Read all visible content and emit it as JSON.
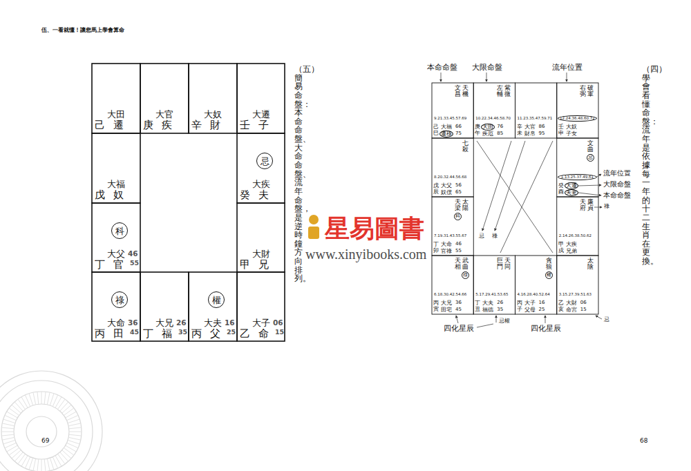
{
  "diagram": {
    "nodes": [
      {
        "text": [
          "大田",
          "己",
          "遷"
        ]
      },
      {
        "text": [
          "大官",
          "庚",
          "疾"
        ]
      },
      {
        "text": [
          "大奴",
          "辛",
          "財"
        ]
      },
      {
        "text": [
          "大遷",
          "壬",
          "子"
        ]
      },
      {
        "text": [
          "大福",
          "戊",
          "奴"
        ]
      },
      {
        "text": [
          "大疾",
          "癸",
          "夫"
        ]
      },
      {
        "text": [
          "忌"
        ],
        "in": 5
      },
      {
        "text": [
          "大父",
          "丁",
          "官",
          "46",
          "55"
        ]
      },
      {
        "text": [
          "科"
        ],
        "in": 7
      },
      {
        "text": [
          "大財",
          "甲",
          "兄"
        ]
      },
      {
        "text": [
          "大命",
          "丙",
          "田",
          "36",
          "45"
        ]
      },
      {
        "text": [
          "祿"
        ],
        "in": 10
      },
      {
        "text": [
          "大兄",
          "丁",
          "福",
          "26",
          "35"
        ]
      },
      {
        "text": [
          "大夫",
          "丙",
          "父",
          "16",
          "25"
        ]
      },
      {
        "text": [
          "權"
        ],
        "in": 13
      },
      {
        "text": [
          "大子",
          "乙",
          "命",
          "06",
          "15"
        ]
      },
      {
        "text": [
          "文昌",
          "天機",
          "9.21.33.45.57.69",
          "己巳",
          "大福",
          "66",
          "75"
        ]
      },
      {
        "text": [
          "遷移"
        ],
        "in": 16
      },
      {
        "text": [
          "左輔",
          "紫微",
          "10.22.34.46.58.70",
          "庚午",
          "疾厄",
          "76",
          "85"
        ]
      },
      {
        "text": [
          "大田"
        ],
        "in": 18
      },
      {
        "text": [
          "11.23.35.47.59.71",
          "辛未",
          "大官",
          "財帛",
          "86",
          "95"
        ]
      },
      {
        "text": [
          "右弼",
          "破軍",
          "壬申",
          "大奴",
          "子女"
        ]
      },
      {
        "text": [
          "12.24.36.48.60.72"
        ],
        "in": 21
      },
      {
        "text": [
          "七殺",
          "8.20.32.44.56.68",
          "戊辰",
          "大父",
          "奴僕",
          "56",
          "65"
        ]
      },
      {
        "text": [
          "文曲",
          "癸酉"
        ]
      },
      {
        "text": [
          "忌"
        ],
        "in": 24
      },
      {
        "text": [
          "1.13.25.37.49.61"
        ],
        "in": 24
      },
      {
        "text": [
          "大遷"
        ],
        "in": 24
      },
      {
        "text": [
          "夫妻"
        ],
        "in": 24
      },
      {
        "text": [
          "天梁",
          "太陽",
          "7.19.31.43.55.67",
          "丁卯",
          "大命",
          "官祿",
          "46",
          "55"
        ]
      },
      {
        "text": [
          "科"
        ],
        "in": 29
      },
      {
        "text": [
          "天府",
          "廉貞",
          "2.14.26.38.50.62",
          "甲戌",
          "大疾",
          "兄弟"
        ]
      },
      {
        "text": [
          "天相",
          "武曲",
          "6.18.30.42.54.66",
          "丙寅",
          "大兄",
          "田宅",
          "36",
          "45"
        ]
      },
      {
        "text": [
          "祿"
        ],
        "in": 32
      },
      {
        "text": [
          "巨門",
          "天同",
          "5.17.29.41.53.65",
          "丁丑",
          "大夫",
          "福德",
          "26",
          "35"
        ]
      },
      {
        "text": [
          "貪狼",
          "4.16.28.40.52.64",
          "丙子",
          "大子",
          "父母",
          "16",
          "25"
        ]
      },
      {
        "text": [
          "權"
        ],
        "in": 35
      },
      {
        "text": [
          "太陰",
          "3.15.27.39.51.63",
          "乙亥",
          "大財",
          "命宮",
          "06",
          "15"
        ]
      }
    ],
    "labels": [
      "伍、一看就懂！讓您馬上學會算命",
      "（五）簡易命盤：本命命盤、大命命盤、流年命盤，是逆時鐘方向排列。",
      "69",
      "（四）學會看懂命盤：流年是依據每一年的十二生肖在更換。",
      "本命命盤",
      "大限命盤",
      "流年位置",
      "流年位置",
      "大限命盤",
      "本命命盤",
      "祿",
      "忌",
      "祿",
      "忌權",
      "四化星辰",
      "四化星辰",
      "忌",
      "68",
      "星易圖書",
      "www.xinyibooks.com"
    ]
  }
}
